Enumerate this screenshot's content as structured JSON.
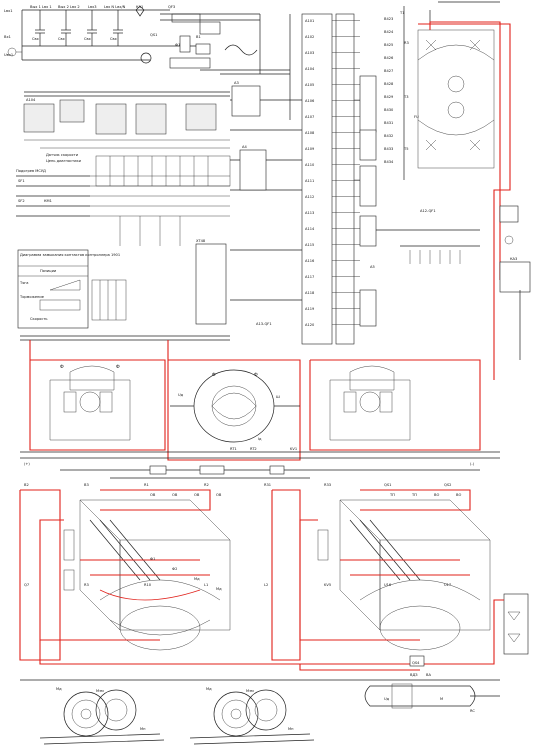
{
  "colors": {
    "wire": "#222222",
    "power_circuit": "#e0201a",
    "paper": "#ffffff"
  },
  "top_inputs": {
    "labels": [
      "Lвх1",
      "Вх1",
      "Uвх1"
    ],
    "voltage_taps": [
      "Вых 1 Lвх 1",
      "Вых 2 Lвх 2",
      "Lвх3",
      "Lвх N Lвх/N",
      "КА1"
    ],
    "capacitors": [
      "Cвх",
      "Cвх",
      "Cвх",
      "Cвх"
    ]
  },
  "top_components": [
    "QF3",
    "E1",
    "QS1",
    "B1",
    "Ф1",
    "T1",
    "R3",
    "T3",
    "T5",
    "FU",
    "КA3"
  ],
  "left_modules": {
    "a_block": "A104",
    "sensors": [
      "Датчик скорости",
      "Цепь диагностики"
    ],
    "motor_title": "Подогрев МСУД",
    "plate_title": "Диаграмма замыкания контактов контроллера 1901",
    "plate_rows": [
      "Позиции",
      "Тяга",
      "Торможение",
      "Скорость"
    ],
    "buttons": [
      "SF1",
      "SF2",
      "КМ1"
    ]
  },
  "central_blocks": [
    "A3",
    "A4",
    "A5",
    "A12-QF1",
    "A13-QF1",
    "XT48"
  ],
  "terminal_labels": [
    "A101",
    "A102",
    "A103",
    "A104",
    "A105",
    "A106",
    "A107",
    "A108",
    "A109",
    "A110",
    "A111",
    "A112",
    "A113",
    "A114",
    "A115",
    "A116",
    "A117",
    "A118",
    "A119",
    "A120"
  ],
  "right_labels": [
    "В423",
    "В424",
    "В425",
    "В426",
    "В427",
    "В428",
    "В429",
    "В430",
    "В431",
    "В432",
    "В433",
    "В434"
  ],
  "motor_section": {
    "generator_center_labels": [
      "Ф",
      "Ф",
      "Uд",
      "Ш",
      "Iд"
    ],
    "main_labels": [
      "RT1",
      "RT2",
      "KV1",
      "(+)",
      "(-)",
      "Ф",
      "Ф"
    ],
    "pole_labels": [
      "B2",
      "B3",
      "R1",
      "R2",
      "R31",
      "R33",
      "QS1",
      "QS2",
      "Q7",
      "R3",
      "R10",
      "L1",
      "L2",
      "KV5",
      "U16",
      "U17"
    ],
    "field_labels": [
      "ОВ",
      "ОВ",
      "ОВ",
      "ОВ",
      "ТП",
      "ТП",
      "ВО",
      "ВО",
      "Ф1",
      "Ф2",
      "Мд",
      "Мд"
    ]
  },
  "bottom_labels": [
    "Мд",
    "Мд",
    "Mзм",
    "Mзм",
    "Мп",
    "Мп",
    "Uд",
    "М",
    "QS4",
    "ВДЗ",
    "RC",
    "ВА"
  ]
}
